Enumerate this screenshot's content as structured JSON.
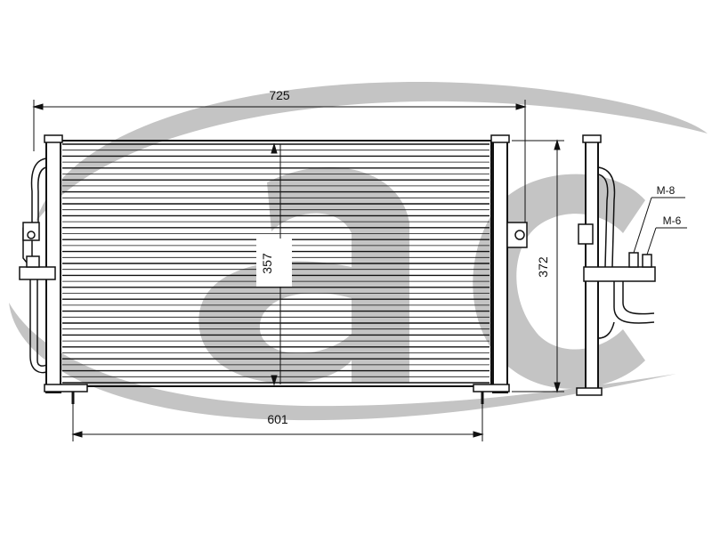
{
  "logo": {
    "text": "ac",
    "color": "#c4c4c4"
  },
  "dimensions": {
    "overall_width": "725",
    "core_height": "357",
    "overall_height": "372",
    "mount_spacing": "601"
  },
  "fittings": {
    "thread_1": "M-8",
    "thread_2": "M-6"
  },
  "colors": {
    "line": "#111111",
    "background": "#ffffff"
  },
  "drawing": {
    "front_view_fin_count": 40
  }
}
